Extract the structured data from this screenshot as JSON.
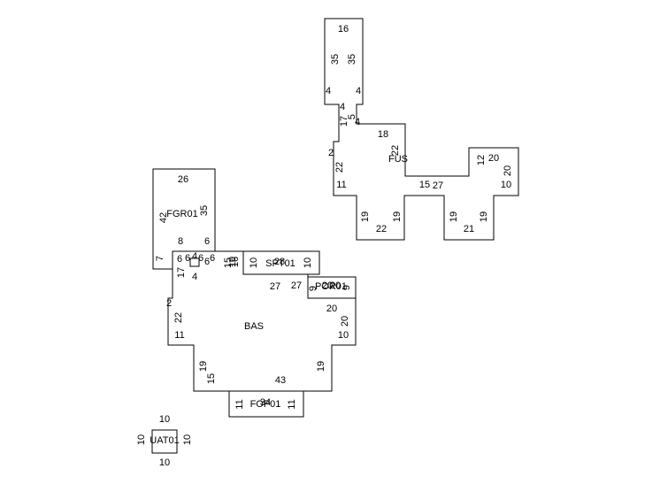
{
  "areas": [
    {
      "id": "FUS",
      "label": "FUS"
    },
    {
      "id": "FGR01",
      "label": "FGR01"
    },
    {
      "id": "SPT01",
      "label": "SPT01"
    },
    {
      "id": "PORCH",
      "label": "POR01"
    },
    {
      "id": "BAS",
      "label": "BAS"
    },
    {
      "id": "FOP01",
      "label": "FOP01"
    },
    {
      "id": "UAT01",
      "label": "UAT01"
    }
  ],
  "dimensions": {
    "fus": [
      "16",
      "35",
      "35",
      "4",
      "4",
      "4",
      "17",
      "4",
      "5",
      "18",
      "2",
      "22",
      "22",
      "11",
      "15",
      "27",
      "12",
      "20",
      "20",
      "10",
      "19",
      "19",
      "22",
      "19",
      "19",
      "21"
    ],
    "fgr": [
      "26",
      "42",
      "35",
      "8",
      "6",
      "7",
      "6",
      "6",
      "4",
      "6",
      "6",
      "17",
      "4",
      "6"
    ],
    "spt": [
      "10",
      "10",
      "10",
      "27",
      "28",
      "16",
      "15"
    ],
    "porch": [
      "9",
      "20",
      "20",
      "9"
    ],
    "bas": [
      "27",
      "2",
      "22",
      "11",
      "20",
      "20",
      "10",
      "19",
      "15",
      "19",
      "43"
    ],
    "fop": [
      "11",
      "11",
      "34"
    ],
    "uat": [
      "10",
      "10",
      "10",
      "10"
    ]
  }
}
